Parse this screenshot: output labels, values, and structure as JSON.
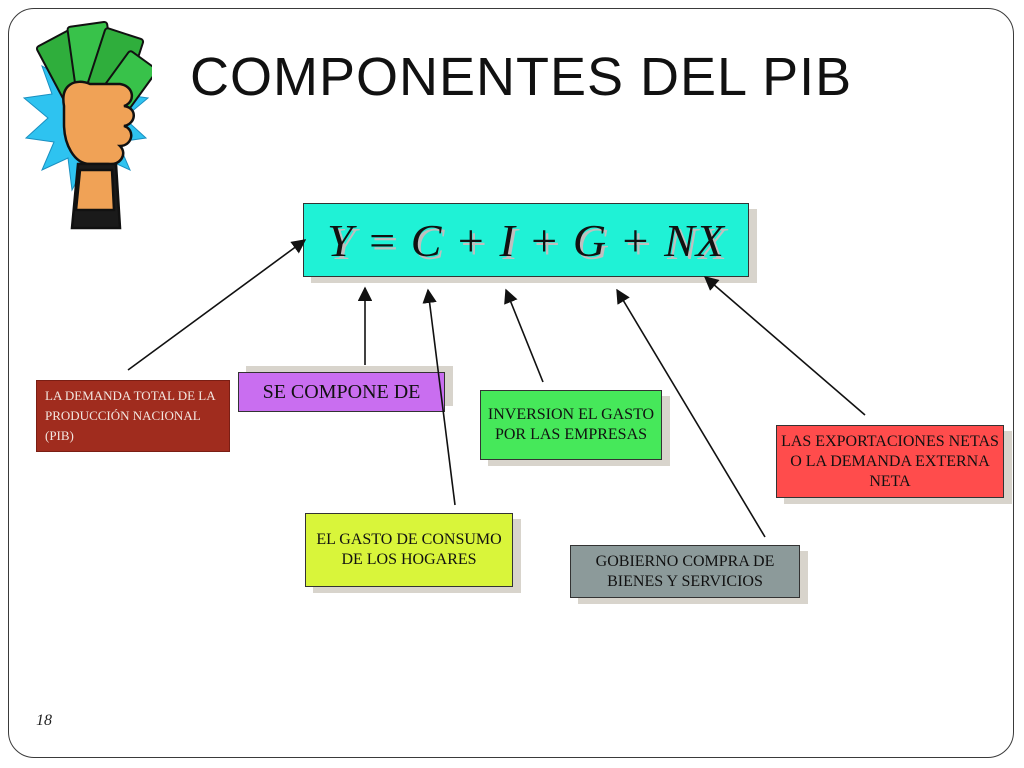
{
  "slide": {
    "title": "COMPONENTES DEL PIB",
    "page_number": "18"
  },
  "diagram": {
    "equation": "Y = C + I + G + NX",
    "boxes": {
      "demanda": "LA DEMANDA TOTAL DE LA PRODUCCIÓN NACIONAL (PIB)",
      "compone": "SE COMPONE DE",
      "consumo": "EL GASTO DE CONSUMO DE LOS HOGARES",
      "inversion": "INVERSION EL GASTO POR LAS EMPRESAS",
      "gobierno": "GOBIERNO COMPRA DE BIENES Y SERVICIOS",
      "export": "LAS EXPORTACIONES NETAS O LA DEMANDA EXTERNA NETA"
    },
    "colors": {
      "equation": "#1ff2d6",
      "demanda": "#a02c1e",
      "compone": "#c96ef0",
      "consumo": "#d9f53a",
      "inversion": "#46e85a",
      "gobierno": "#8c9a9a",
      "export": "#ff4c4c"
    },
    "clipart_icon": "money-in-hand-icon"
  }
}
